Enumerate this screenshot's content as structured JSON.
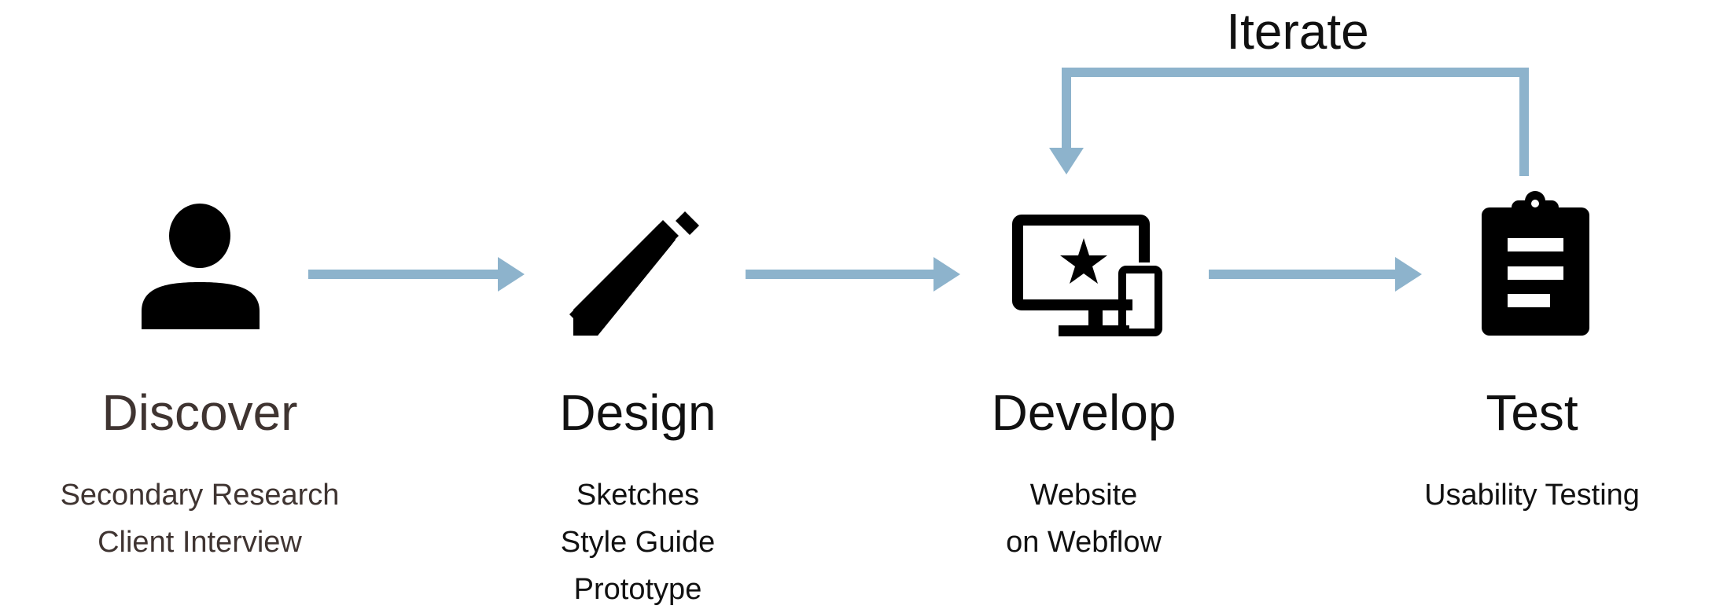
{
  "iterate_label": "Iterate",
  "colors": {
    "arrow": "#8db3cc",
    "icon": "#000000",
    "discover_text": "#3f3431",
    "text": "#111111"
  },
  "stages": [
    {
      "icon": "person-icon",
      "title": "Discover",
      "items": [
        "Secondary Research",
        "Client Interview"
      ]
    },
    {
      "icon": "pencil-icon",
      "title": "Design",
      "items": [
        "Sketches",
        "Style Guide",
        "Prototype"
      ]
    },
    {
      "icon": "devices-icon",
      "title": "Develop",
      "items": [
        "Website",
        "on Webflow"
      ]
    },
    {
      "icon": "clipboard-icon",
      "title": "Test",
      "items": [
        "Usability Testing"
      ]
    }
  ]
}
